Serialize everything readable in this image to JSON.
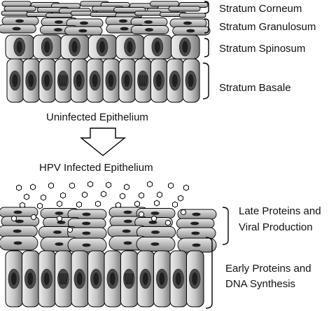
{
  "uninfected": {
    "caption": "Uninfected Epithelium",
    "layers": {
      "corneum": "Stratum Corneum",
      "granulosum": "Stratum Granulosum",
      "spinosum": "Stratum Spinosum",
      "basale": "Stratum Basale"
    }
  },
  "infected": {
    "caption": "HPV Infected Epithelium",
    "label_late_line1": "Late Proteins and",
    "label_late_line2": "Viral Production",
    "label_early_line1": "Early Proteins and",
    "label_early_line2": "DNA Synthesis"
  },
  "icons": {
    "arrow": "down-arrow-icon",
    "virion": "hexagon-virion-icon"
  },
  "colors": {
    "cell_light": "#e4e4e4",
    "cell_mid": "#a9a9a9",
    "cell_dark": "#6e6e6e",
    "nucleus": "#1f1f1f",
    "outline": "#000000"
  }
}
